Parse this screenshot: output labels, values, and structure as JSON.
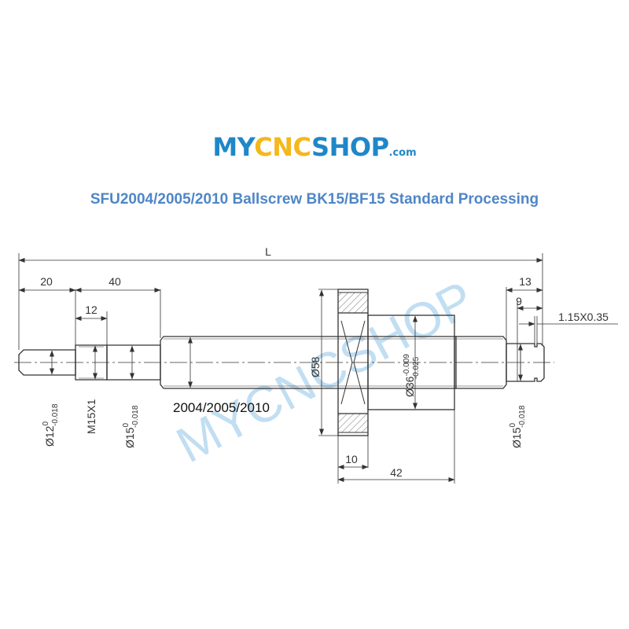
{
  "brand": {
    "part1": "MY",
    "part2": "CNC",
    "part3": "SHOP",
    "suffix": ".com",
    "color_blue": "#1f87c8",
    "color_yellow": "#f4b81c"
  },
  "title": {
    "text": "SFU2004/2005/2010 Ballscrew BK15/BF15 Standard Processing",
    "color": "#4f86c6"
  },
  "watermark": {
    "text": "MYCNCSHOP",
    "color": "#8fc4e8"
  },
  "drawing": {
    "line_color": "#333333",
    "dimensions": {
      "total_length": "L",
      "left_end": "20",
      "left_second": "40",
      "thread_len": "12",
      "right_end": "13",
      "right_second": "9",
      "groove": "1.15X0.35",
      "nut_flange": "10",
      "nut_length": "42"
    },
    "diameters": {
      "d12": {
        "base": "Ø12",
        "upper": "0",
        "lower": "-0.018"
      },
      "thread": {
        "base": "M15X1"
      },
      "d15_left": {
        "base": "Ø15",
        "upper": "0",
        "lower": "-0.018"
      },
      "d58": {
        "base": "Ø58"
      },
      "d36": {
        "base": "Ø36",
        "upper": "-0.009",
        "lower": "-0.025"
      },
      "d15_right": {
        "base": "Ø15",
        "upper": "0",
        "lower": "-0.018"
      }
    },
    "model_label": "2004/2005/2010"
  }
}
